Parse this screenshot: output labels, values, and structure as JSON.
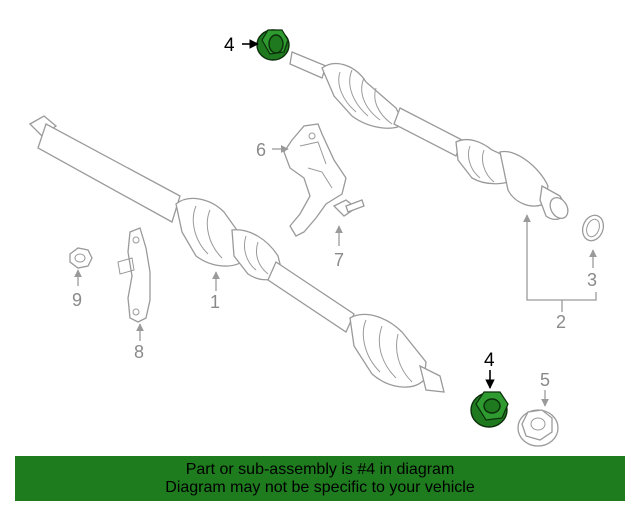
{
  "callouts": {
    "c1": "1",
    "c2": "2",
    "c3": "3",
    "c4_top": "4",
    "c4_bottom": "4",
    "c5": "5",
    "c6": "6",
    "c7": "7",
    "c8": "8",
    "c9": "9"
  },
  "highlighted_part": "4",
  "colors": {
    "highlight": "#1f7a1f",
    "banner": "#1e7b1e",
    "line_art": "#9a9a9a"
  },
  "banner": {
    "line1": "Part or sub-assembly is #4 in diagram",
    "line2": "Diagram may not be specific to your vehicle"
  }
}
